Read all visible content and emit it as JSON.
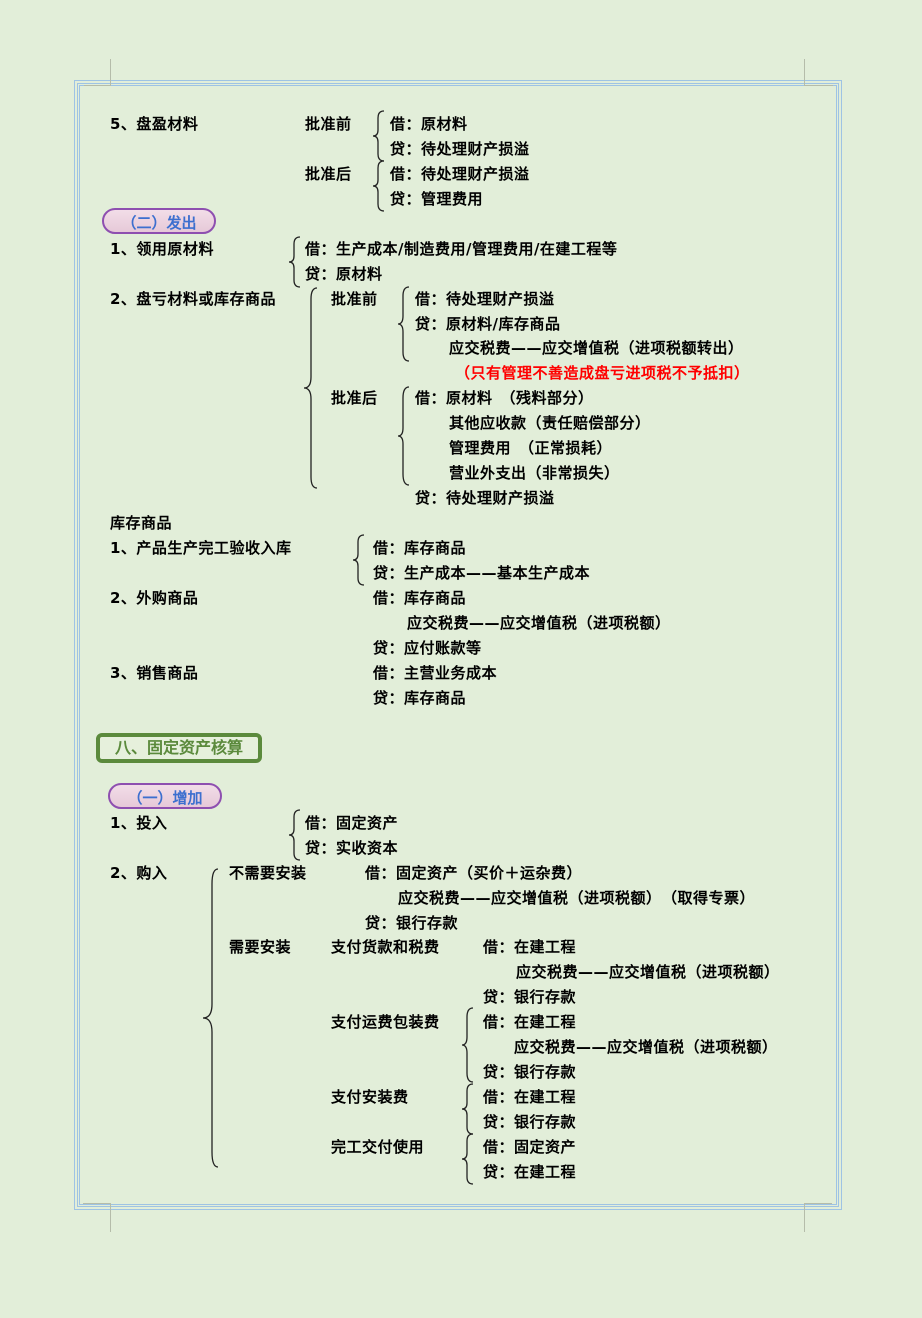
{
  "inventory_surplus": {
    "title": "5、盘盈材料",
    "before_label": "批准前",
    "before": [
      "借：原材料",
      "贷：待处理财产损溢"
    ],
    "after_label": "批准后",
    "after": [
      "借：待处理财产损溢",
      "贷：管理费用"
    ]
  },
  "issue_section": {
    "badge": "（二）发出",
    "item1": {
      "title": "1、领用原材料",
      "lines": [
        "借：生产成本/制造费用/管理费用/在建工程等",
        "贷：原材料"
      ]
    },
    "item2": {
      "title": "2、盘亏材料或库存商品",
      "before_label": "批准前",
      "before": [
        "借：待处理财产损溢",
        "贷：原材料/库存商品",
        "应交税费——应交增值税（进项税额转出）"
      ],
      "note": "（只有管理不善造成盘亏进项税不予抵扣）",
      "after_label": "批准后",
      "after": [
        "借：原材料　（残料部分）",
        "其他应收款（责任赔偿部分）",
        "管理费用　（正常损耗）",
        "营业外支出（非常损失）"
      ],
      "after_credit": "贷：待处理财产损溢"
    }
  },
  "stock_goods": {
    "heading": "库存商品",
    "item1": {
      "title": "1、产品生产完工验收入库",
      "lines": [
        "借：库存商品",
        "贷：生产成本——基本生产成本"
      ]
    },
    "item2": {
      "title": "2、外购商品",
      "lines": [
        "借：库存商品",
        "应交税费——应交增值税（进项税额）",
        "贷：应付账款等"
      ]
    },
    "item3": {
      "title": "3、销售商品",
      "lines": [
        "借：主营业务成本",
        "贷：库存商品"
      ]
    }
  },
  "fixed_assets": {
    "section_title": "八、固定资产核算",
    "badge": "（一）增加",
    "item1": {
      "title": "1、投入",
      "lines": [
        "借：固定资产",
        "贷：实收资本"
      ]
    },
    "item2": {
      "title": "2、购入",
      "no_install_label": "不需要安装",
      "no_install": [
        "借：固定资产（买价＋运杂费）",
        "应交税费——应交增值税（进项税额）　（取得专票）",
        "贷：银行存款"
      ],
      "install_label": "需要安装",
      "pay_goods_label": "支付货款和税费",
      "pay_goods": [
        "借：在建工程",
        "应交税费——应交增值税（进项税额）",
        "贷：银行存款"
      ],
      "pay_freight_label": "支付运费包装费",
      "pay_freight": [
        "借：在建工程",
        "应交税费——应交增值税（进项税额）",
        "贷：银行存款"
      ],
      "pay_install_label": "支付安装费",
      "pay_install": [
        "借：在建工程",
        "贷：银行存款"
      ],
      "complete_label": "完工交付使用",
      "complete": [
        "借：固定资产",
        "贷：在建工程"
      ]
    }
  }
}
